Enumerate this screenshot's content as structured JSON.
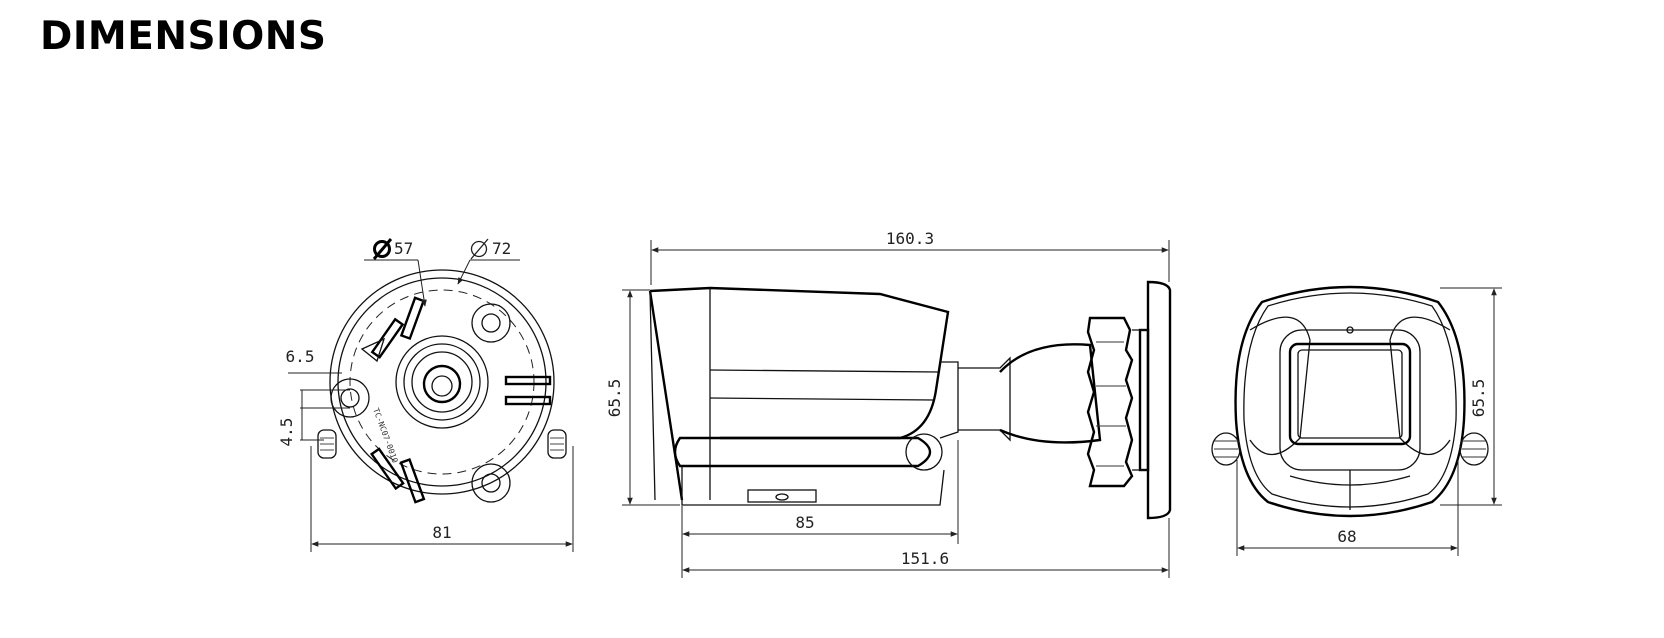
{
  "title": "DIMENSIONS",
  "dimensions": {
    "base_inner_dia": "57",
    "base_outer_dia": "72",
    "hole_offset": "6.5",
    "hole_size": "4.5",
    "base_width": "81",
    "body_length": "160.3",
    "body_height": "65.5",
    "mount_length": "85",
    "overall_length": "151.6",
    "front_height": "65.5",
    "front_width": "68"
  },
  "icons": {
    "diameter": "diameter-symbol-icon"
  }
}
